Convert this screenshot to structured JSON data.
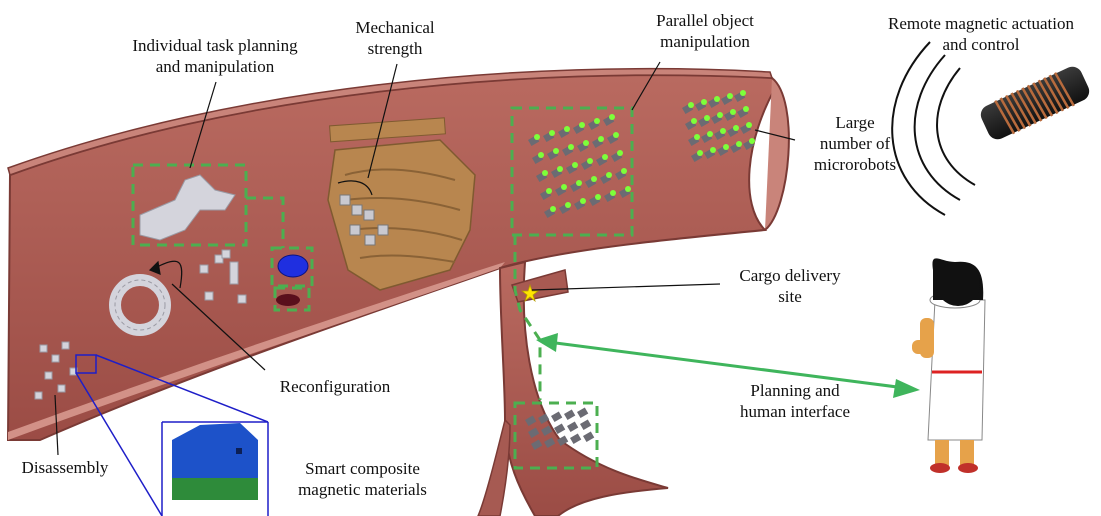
{
  "labels": {
    "individual_task": [
      "Individual task planning",
      "and manipulation"
    ],
    "mechanical": [
      "Mechanical",
      "strength"
    ],
    "parallel": [
      "Parallel object",
      "manipulation"
    ],
    "remote": [
      "Remote magnetic actuation",
      "and control"
    ],
    "large": [
      "Large",
      "number of",
      "microrobots"
    ],
    "cargo": [
      "Cargo delivery",
      "site"
    ],
    "reconfiguration": [
      "Reconfiguration"
    ],
    "planning": [
      "Planning and",
      "human interface"
    ],
    "disassembly": [
      "Disassembly"
    ],
    "smart": [
      "Smart composite",
      "magnetic materials"
    ]
  },
  "colors": {
    "vessel_wall": "#a85a52",
    "vessel_edge": "#7a3a35",
    "dashed_box": "#4caf50",
    "interface_arrow": "#3fb55c",
    "zoom_frame": "#1e1ec8",
    "composite_top": "#1d52c9",
    "composite_bottom": "#2e8b3a",
    "coil_wire": "#b86b3d",
    "robot_grey": "#c9c9d0",
    "fibrin": "#b8864f"
  }
}
